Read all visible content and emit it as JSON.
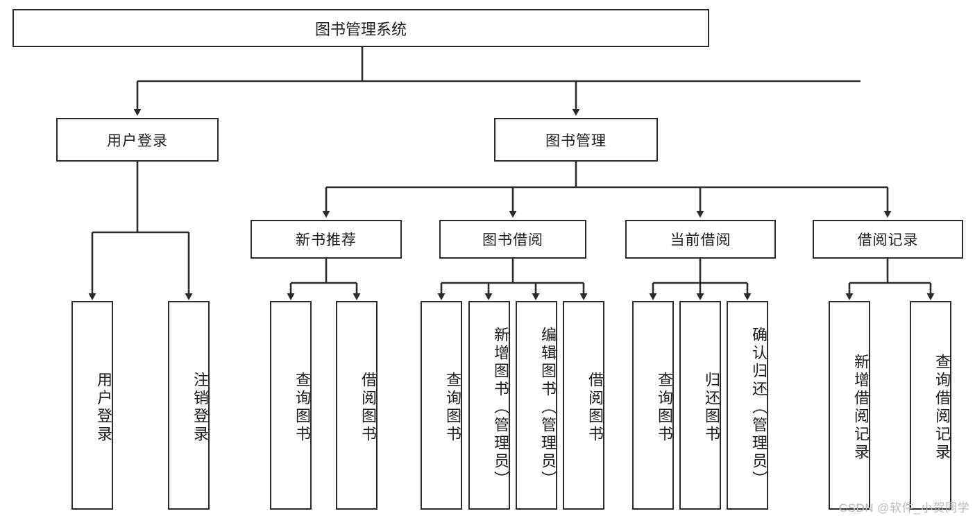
{
  "diagram": {
    "title": "图书管理系统",
    "type": "hierarchy-tree",
    "root": {
      "label": "图书管理系统"
    },
    "level1": [
      {
        "label": "用户登录"
      },
      {
        "label": "图书管理"
      }
    ],
    "level2": [
      {
        "label": "新书推荐",
        "parent": "图书管理"
      },
      {
        "label": "图书借阅",
        "parent": "图书管理"
      },
      {
        "label": "当前借阅",
        "parent": "图书管理"
      },
      {
        "label": "借阅记录",
        "parent": "图书管理"
      }
    ],
    "leaves": [
      {
        "label": "用户登录",
        "parent": "用户登录"
      },
      {
        "label": "注销登录",
        "parent": "用户登录"
      },
      {
        "label": "查询图书",
        "parent": "新书推荐"
      },
      {
        "label": "借阅图书",
        "parent": "新书推荐"
      },
      {
        "label": "查询图书",
        "parent": "图书借阅"
      },
      {
        "label": "新增图书（管理员）",
        "parent": "图书借阅"
      },
      {
        "label": "编辑图书（管理员）",
        "parent": "图书借阅"
      },
      {
        "label": "借阅图书",
        "parent": "图书借阅"
      },
      {
        "label": "查询图书",
        "parent": "当前借阅"
      },
      {
        "label": "归还图书",
        "parent": "当前借阅"
      },
      {
        "label": "确认归还（管理员）",
        "parent": "当前借阅"
      },
      {
        "label": "新增借阅记录",
        "parent": "借阅记录"
      },
      {
        "label": "查询借阅记录",
        "parent": "借阅记录"
      }
    ],
    "watermark": "CSDN @软件_小贺同学",
    "colors": {
      "stroke": "#2b2b2b",
      "background": "#ffffff",
      "text": "#1d1d1d",
      "watermark": "#b9b9b9"
    }
  }
}
